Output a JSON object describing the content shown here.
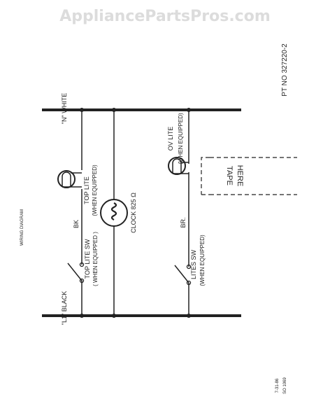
{
  "watermark": "AppliancePartsPros.com",
  "diagram": {
    "title": "WIRING DIAGRAM",
    "part_number": "PT NO 327220-2",
    "neutral_label": "\"N\" WHITE",
    "line_label": "\"L1\" BLACK",
    "top_lite_label": "TOP LITE",
    "top_lite_sub": "(WHEN EQUIPPED)",
    "bk_label": "BK",
    "top_lite_sw_label": "TOP LITE SW",
    "top_lite_sw_sub": "( WHEN EQUIPPED )",
    "clock_label": "CLOCK 825 Ω",
    "ov_lite_label": "OV LITE",
    "ov_lite_sub": "(WHEN EQUIPPED)",
    "br_label": "BR.",
    "lites_sw_label": "LITES SW",
    "lites_sw_sub": "(WHEN EQUIPPED)",
    "tape_label": "TAPE",
    "here_label": "HERE",
    "footnote_1": "7-31-86",
    "footnote_2": "SO 1069"
  },
  "colors": {
    "ink": "#222222",
    "watermark": "#dcdcdc"
  }
}
